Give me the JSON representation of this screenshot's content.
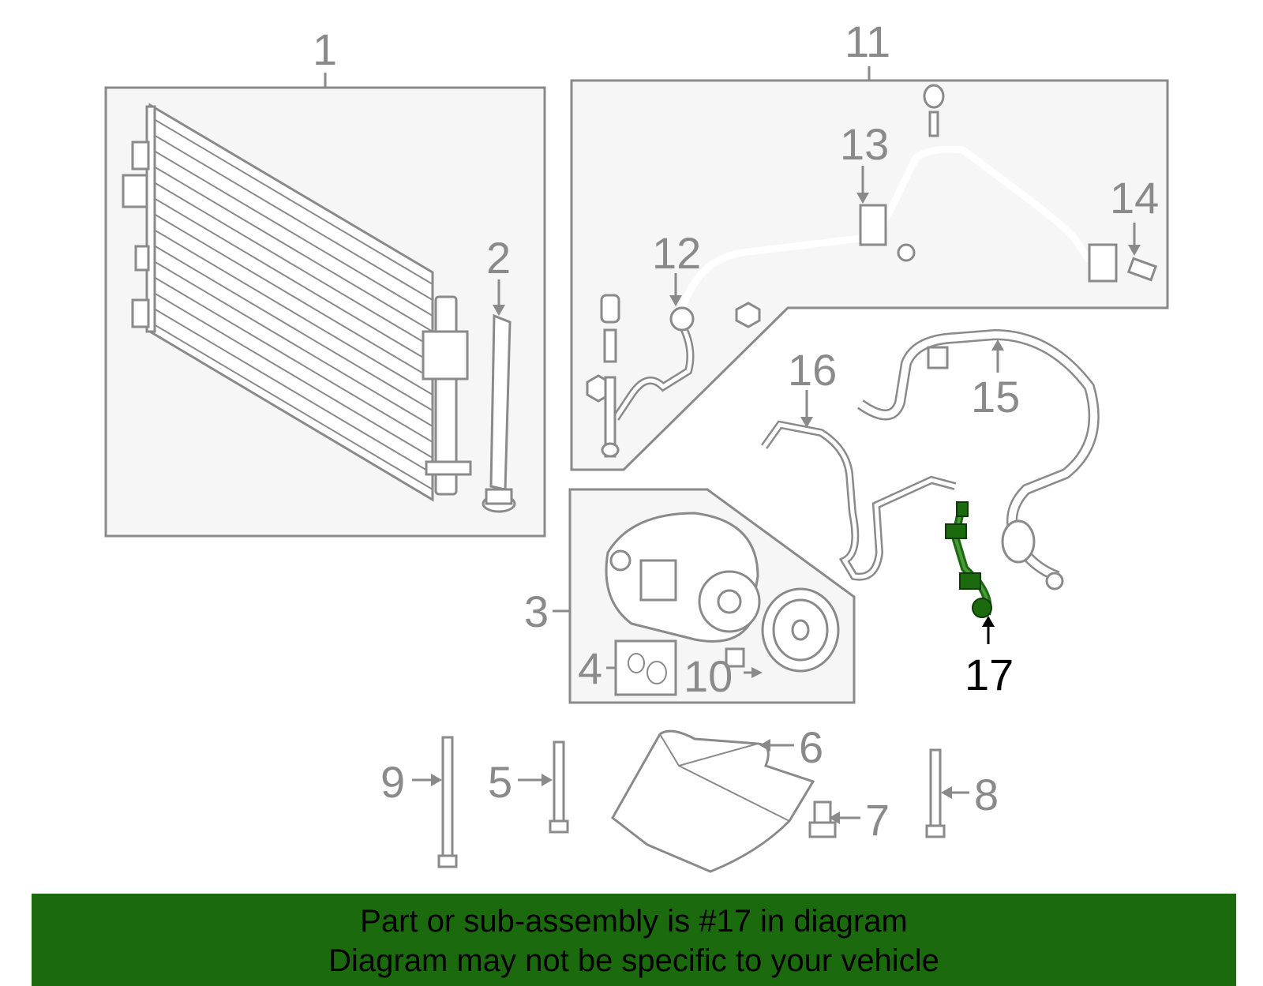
{
  "diagram": {
    "callouts": {
      "c1": "1",
      "c2": "2",
      "c3": "3",
      "c4": "4",
      "c5": "5",
      "c6": "6",
      "c7": "7",
      "c8": "8",
      "c9": "9",
      "c10": "10",
      "c11": "11",
      "c12": "12",
      "c13": "13",
      "c14": "14",
      "c15": "15",
      "c16": "16",
      "c17": "17"
    },
    "highlighted_part": "17",
    "colors": {
      "line_art": "#8a8a8a",
      "highlight_part": "#1b6b0e",
      "footer_background": "#1b6b0e",
      "box_fill": "#f6f6f6"
    }
  },
  "footer": {
    "line1": "Part or sub-assembly is #17 in diagram",
    "line2": "Diagram may not be specific to your vehicle"
  }
}
